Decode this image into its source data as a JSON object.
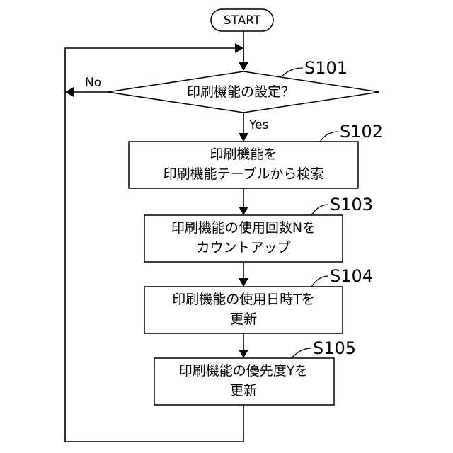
{
  "start": {
    "label": "START"
  },
  "decision": {
    "step": "S101",
    "label": "印刷機能の設定？",
    "yes_label": "Yes",
    "no_label": "No"
  },
  "steps": [
    {
      "step": "S102",
      "lines": [
        "印刷機能を",
        "印刷機能テーブルから検索"
      ]
    },
    {
      "step": "S103",
      "lines": [
        "印刷機能の使用回数Nを",
        "カウントアップ"
      ]
    },
    {
      "step": "S104",
      "lines": [
        "印刷機能の使用日時Tを",
        "更新"
      ]
    },
    {
      "step": "S105",
      "lines": [
        "印刷機能の優先度Yを",
        "更新"
      ]
    }
  ],
  "colors": {
    "stroke": "#000000",
    "background": "#ffffff"
  }
}
